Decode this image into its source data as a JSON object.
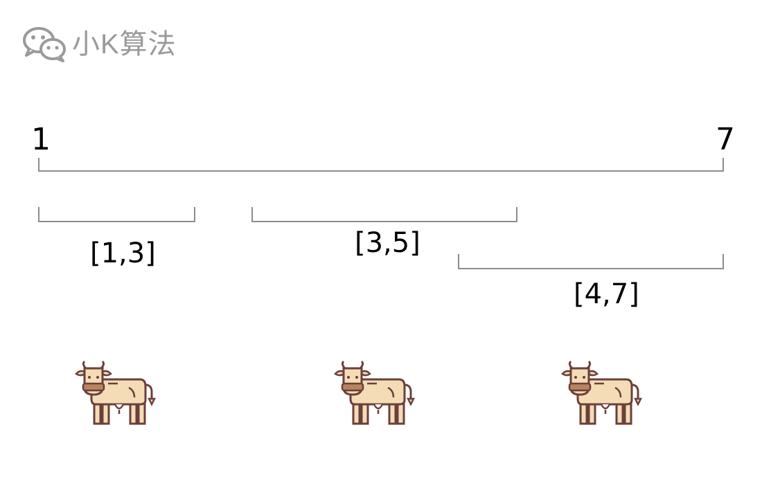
{
  "watermark": {
    "icon": "wechat-icon",
    "text": "小K算法"
  },
  "range": {
    "start_label": "1",
    "end_label": "7"
  },
  "intervals": [
    {
      "label": "[1,3]"
    },
    {
      "label": "[3,5]"
    },
    {
      "label": "[4,7]"
    }
  ],
  "cows": [
    {
      "icon": "cow-icon"
    },
    {
      "icon": "cow-icon"
    },
    {
      "icon": "cow-icon"
    }
  ],
  "colors": {
    "bracket": "#8c8c8c",
    "cow_body": "#f3dcb6",
    "cow_outline": "#6b3f3a",
    "cow_collar": "#b88460",
    "watermark": "#9a9a9a"
  }
}
